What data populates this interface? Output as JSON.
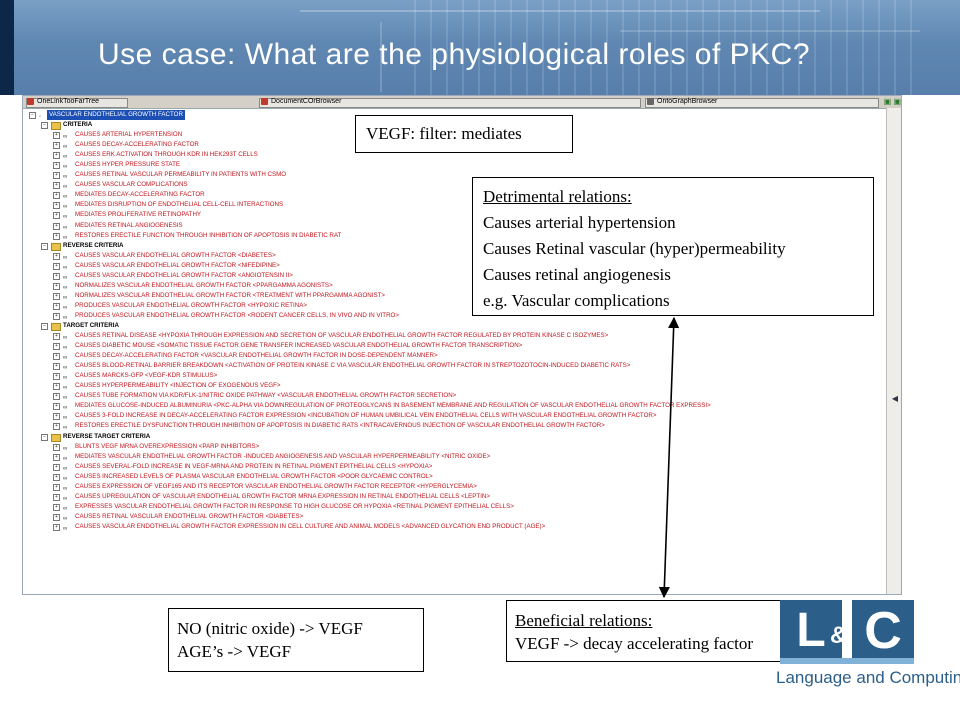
{
  "slide": {
    "title": "Use case: What are the physiological roles of PKC?"
  },
  "window": {
    "tabs": [
      "OneLinkTooFarTree",
      "DocumentCOrBrowser",
      "OntoGraphBrowser"
    ]
  },
  "tree": {
    "root": "VASCULAR ENDOTHELIAL GROWTH FACTOR",
    "sections": [
      {
        "label": "CRITERIA",
        "items": [
          "CAUSES ARTERIAL HYPERTENSION",
          "CAUSES DECAY-ACCELERATING FACTOR",
          "CAUSES ERK ACTIVATION THROUGH KDR IN HEK293T CELLS",
          "CAUSES HYPER PRESSURE STATE",
          "CAUSES RETINAL VASCULAR PERMEABILITY IN PATIENTS WITH CSMO",
          "CAUSES VASCULAR COMPLICATIONS",
          "MEDIATES DECAY-ACCELERATING FACTOR",
          "MEDIATES DISRUPTION OF ENDOTHELIAL CELL-CELL INTERACTIONS",
          "MEDIATES PROLIFERATIVE RETINOPATHY",
          "MEDIATES RETINAL ANGIOGENESIS",
          "RESTORES ERECTILE FUNCTION THROUGH INHIBITION OF APOPTOSIS IN DIABETIC RAT"
        ]
      },
      {
        "label": "REVERSE CRITERIA",
        "items": [
          "CAUSES VASCULAR ENDOTHELIAL GROWTH FACTOR  <DIABETES>",
          "CAUSES VASCULAR ENDOTHELIAL GROWTH FACTOR  <NIFEDIPINE>",
          "CAUSES VASCULAR ENDOTHELIAL GROWTH FACTOR  <ANGIOTENSIN II>",
          "NORMALIZES VASCULAR ENDOTHELIAL GROWTH FACTOR  <PPARGAMMA AGONISTS>",
          "NORMALIZES VASCULAR ENDOTHELIAL GROWTH FACTOR  <TREATMENT WITH PPARGAMMA AGONIST>",
          "PRODUCES VASCULAR ENDOTHELIAL GROWTH FACTOR  <HYPOXIC RETINA>",
          "PRODUCES VASCULAR ENDOTHELIAL GROWTH FACTOR  <RODENT CANCER CELLS, IN VIVO AND IN VITRO>"
        ]
      },
      {
        "label": "TARGET CRITERIA",
        "items": [
          "CAUSES RETINAL DISEASE  <HYPOXIA THROUGH EXPRESSION AND SECRETION OF VASCULAR ENDOTHELIAL GROWTH FACTOR REGULATED BY PROTEIN KINASE C ISOZYMES>",
          "CAUSES DIABETIC MOUSE  <SOMATIC TISSUE FACTOR GENE TRANSFER INCREASED VASCULAR ENDOTHELIAL GROWTH FACTOR TRANSCRIPTION>",
          "CAUSES DECAY-ACCELERATING FACTOR  <VASCULAR ENDOTHELIAL GROWTH FACTOR IN DOSE-DEPENDENT MANNER>",
          "CAUSES BLOOD-RETINAL BARRIER BREAKDOWN  <ACTIVATION OF PROTEIN KINASE C VIA VASCULAR ENDOTHELIAL GROWTH FACTOR IN STREPTOZOTOCIN-INDUCED DIABETIC RATS>",
          "CAUSES MARCKS-GFP  <VEGF-KDR STIMULUS>",
          "CAUSES HYPERPERMEABILITY  <INJECTION OF EXOGENOUS VEGF>",
          "CAUSES TUBE FORMATION VIA KDR/FLK-1/NITRIC OXIDE PATHWAY  <VASCULAR ENDOTHELIAL GROWTH FACTOR SECRETION>",
          "MEDIATES GLUCOSE-INDUCED ALBUMINURIA  <PKC-ALPHA VIA DOWNREGULATION OF PROTEOGLYCANS IN BASEMENT MEMBRANE AND REGULATION OF VASCULAR ENDOTHELIAL GROWTH FACTOR EXPRESSI>",
          "CAUSES 3-FOLD INCREASE IN DECAY-ACCELERATING FACTOR EXPRESSION  <INCUBATION OF HUMAN UMBILICAL VEIN ENDOTHELIAL CELLS WITH VASCULAR ENDOTHELIAL GROWTH FACTOR>",
          "RESTORES ERECTILE DYSFUNCTION THROUGH INHIBITION OF APOPTOSIS IN DIABETIC RATS  <INTRACAVERNOUS INJECTION OF VASCULAR ENDOTHELIAL GROWTH FACTOR>"
        ]
      },
      {
        "label": "REVERSE TARGET CRITERIA",
        "items": [
          "BLUNTS VEGF MRNA OVEREXPRESSION  <PARP INHIBITORS>",
          "MEDIATES VASCULAR ENDOTHELIAL GROWTH FACTOR -INDUCED ANGIOGENESIS AND VASCULAR HYPERPERMEABILITY  <NITRIC OXIDE>",
          "CAUSES SEVERAL-FOLD INCREASE IN VEGF-MRNA AND PROTEIN IN RETINAL PIGMENT EPITHELIAL CELLS  <HYPOXIA>",
          "CAUSES INCREASED LEVELS OF PLASMA VASCULAR ENDOTHELIAL GROWTH FACTOR  <POOR GLYCAEMIC CONTROL>",
          "CAUSES EXPRESSION OF VEGF165 AND ITS RECEPTOR VASCULAR ENDOTHELIAL GROWTH FACTOR RECEPTOR  <HYPERGLYCEMIA>",
          "CAUSES UPREGULATION OF VASCULAR ENDOTHELIAL GROWTH FACTOR MRNA EXPRESSION IN RETINAL ENDOTHELIAL CELLS  <LEPTIN>",
          "EXPRESSES VASCULAR ENDOTHELIAL GROWTH FACTOR IN RESPONSE TO HIGH GLUCOSE OR HYPOXIA  <RETINAL PIGMENT EPITHELIAL CELLS>",
          "CAUSES RETINAL VASCULAR ENDOTHELIAL GROWTH FACTOR  <DIABETES>",
          "CAUSES VASCULAR ENDOTHELIAL GROWTH FACTOR EXPRESSION IN CELL CULTURE AND ANIMAL MODELS  <ADVANCED GLYCATION END PRODUCT (AGE)>"
        ]
      }
    ]
  },
  "annotations": {
    "filter": "VEGF: filter: mediates",
    "detrimental": {
      "heading": "Detrimental relations:",
      "lines": [
        "Causes arterial hypertension",
        "Causes Retinal vascular (hyper)permeability",
        "Causes retinal angiogenesis",
        "e.g. Vascular complications"
      ]
    },
    "beneficial": {
      "heading": "Beneficial relations:",
      "lines": [
        "VEGF -> decay accelerating factor"
      ]
    },
    "no_age": {
      "lines": [
        "NO (nitric oxide) -> VEGF",
        "AGE’s -> VEGF"
      ]
    }
  },
  "logo": {
    "letters": [
      "L",
      "&",
      "C"
    ],
    "name": "Language and Computing"
  },
  "colors": {
    "banner": "#5f87b2",
    "tree_text": "#c0141c",
    "selection": "#1c4fb4",
    "logo": "#2b5f8a"
  }
}
